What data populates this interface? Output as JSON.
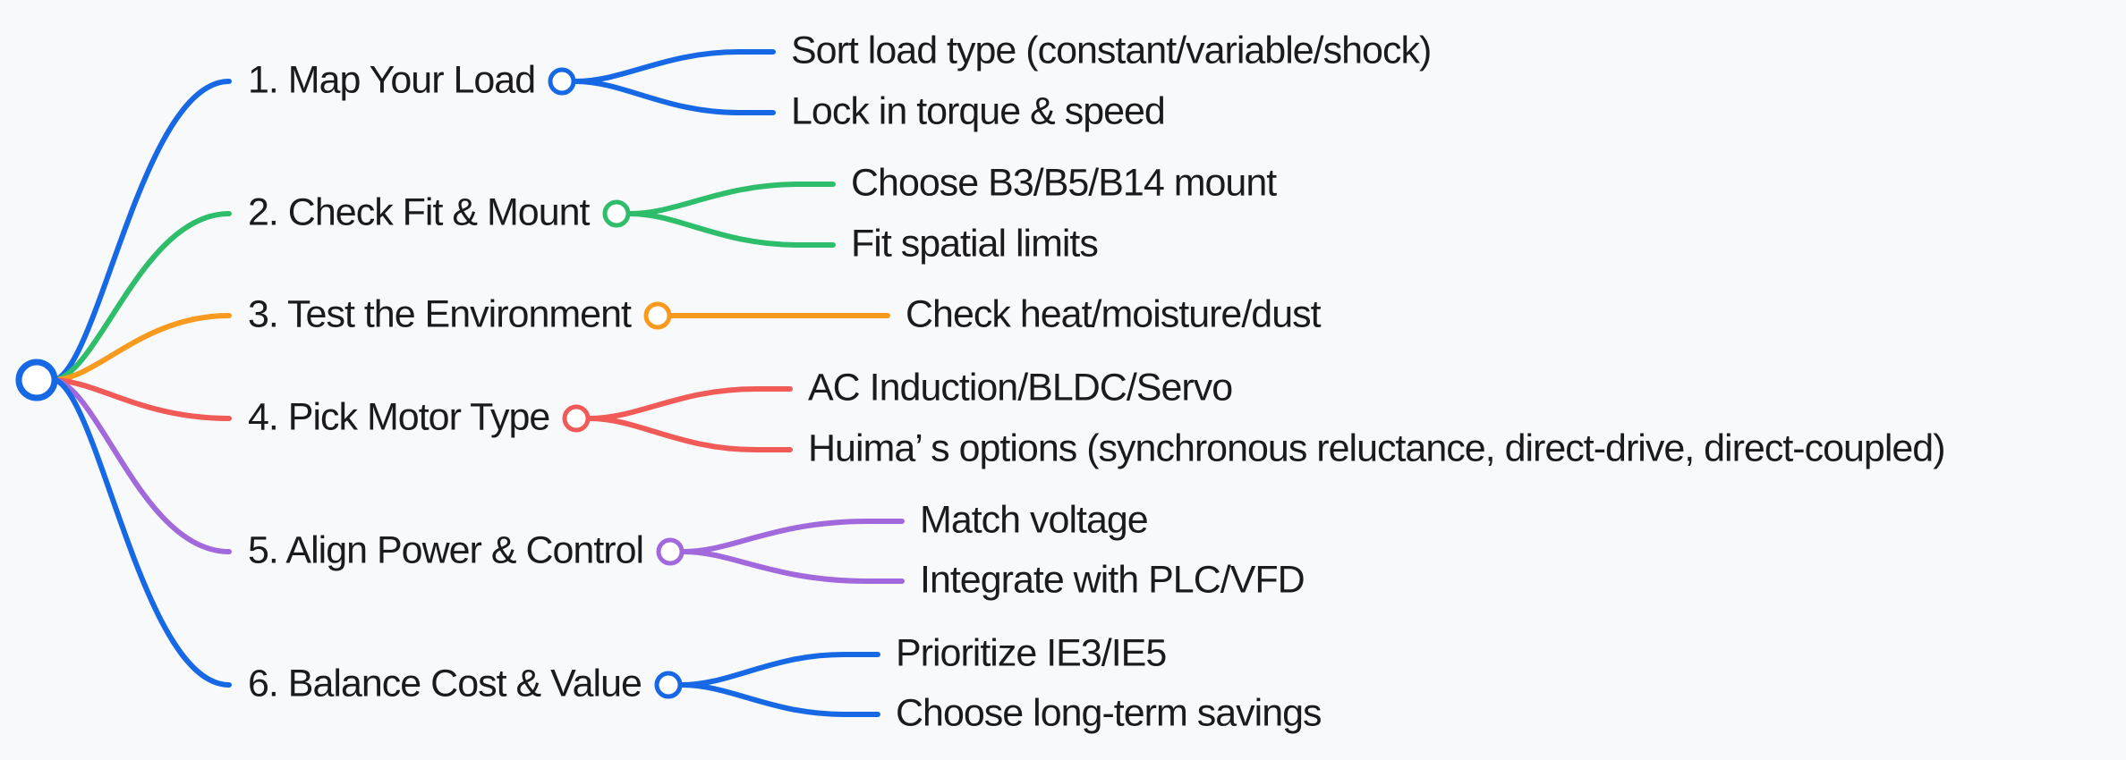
{
  "canvas": {
    "background": "#f8f9fb",
    "text_color": "#1b1b1d"
  },
  "mindmap": {
    "root": {
      "color": "#1768e5"
    },
    "branches": [
      {
        "label": "1. Map Your Load",
        "color": "#1768e5",
        "children": [
          {
            "label": "Sort load type (constant/variable/shock)"
          },
          {
            "label": "Lock in torque & speed"
          }
        ]
      },
      {
        "label": "2. Check Fit & Mount",
        "color": "#2ebe6b",
        "children": [
          {
            "label": "Choose B3/B5/B14 mount"
          },
          {
            "label": "Fit spatial limits"
          }
        ]
      },
      {
        "label": "3. Test the Environment",
        "color": "#f79a1e",
        "children": [
          {
            "label": "Check heat/moisture/dust"
          }
        ]
      },
      {
        "label": "4. Pick Motor Type",
        "color": "#f15b57",
        "children": [
          {
            "label": "AC Induction/BLDC/Servo"
          },
          {
            "label": "Huima’ s options (synchronous reluctance, direct-drive, direct-coupled)"
          }
        ]
      },
      {
        "label": "5. Align Power & Control",
        "color": "#a169db",
        "children": [
          {
            "label": "Match voltage"
          },
          {
            "label": "Integrate with PLC/VFD"
          }
        ]
      },
      {
        "label": "6. Balance Cost & Value",
        "color": "#1768e5",
        "children": [
          {
            "label": "Prioritize IE3/IE5"
          },
          {
            "label": "Choose long-term savings"
          }
        ]
      }
    ]
  }
}
